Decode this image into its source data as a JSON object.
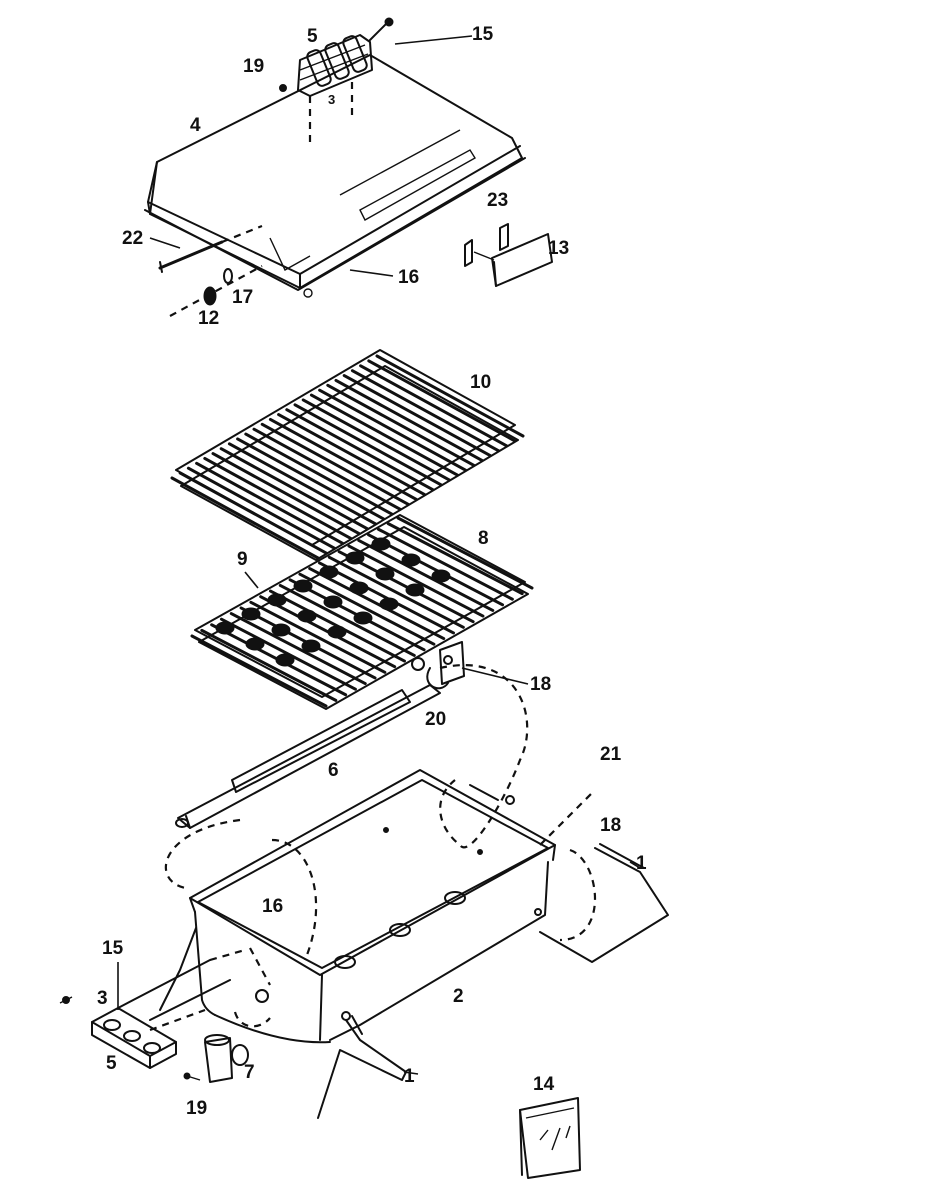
{
  "callouts": {
    "p1a": "1",
    "p1b": "1",
    "p2": "2",
    "p3a": "3",
    "p3b": "3",
    "p4": "4",
    "p5a": "5",
    "p5b": "5",
    "p6": "6",
    "p7": "7",
    "p8": "8",
    "p9": "9",
    "p10": "10",
    "p12": "12",
    "p13": "13",
    "p14": "14",
    "p15a": "15",
    "p15b": "15",
    "p16a": "16",
    "p16b": "16",
    "p17": "17",
    "p18a": "18",
    "p18b": "18",
    "p19a": "19",
    "p19b": "19",
    "p20": "20",
    "p21": "21",
    "p22": "22",
    "p23": "23"
  }
}
